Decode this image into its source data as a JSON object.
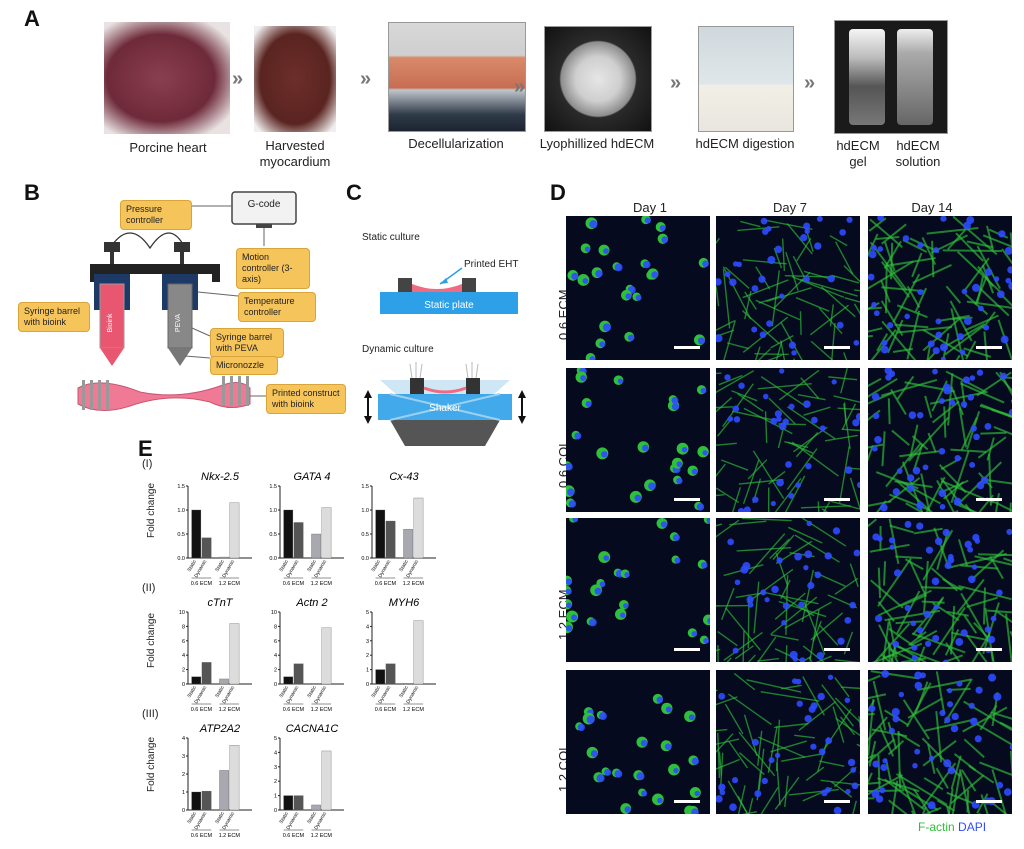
{
  "panels": {
    "A": "A",
    "B": "B",
    "C": "C",
    "D": "D",
    "E": "E"
  },
  "panelA": {
    "steps": [
      "Porcine heart",
      "Harvested myocardium",
      "Decellularization",
      "Lyophillized hdECM",
      "hdECM digestion",
      "hdECM gel",
      "hdECM solution"
    ],
    "arrow": "»"
  },
  "panelB": {
    "gcode": "G-code",
    "pressure": "Pressure controller",
    "motion": "Motion controller (3-axis)",
    "temperature": "Temperature controller",
    "syringe_bioink": "Syringe barrel with bioink",
    "syringe_peva": "Syringe barrel with PEVA",
    "micronozzle": "Micronozzle",
    "printed": "Printed construct with bioink",
    "barrel_text_left": "Bioink",
    "barrel_text_right": "PEVA"
  },
  "panelC": {
    "static_title": "Static culture",
    "printed_eht": "Printed EHT",
    "static_plate": "Static plate",
    "dynamic_title": "Dynamic culture",
    "shaker": "Shaker"
  },
  "panelD": {
    "columns": [
      "Day 1",
      "Day 7",
      "Day 14"
    ],
    "rows": [
      "0.6 ECM",
      "0.6 COL",
      "1.2 ECM",
      "1.2 COL"
    ],
    "legend_factin": "F-actin",
    "legend_dapi": "DAPI",
    "colors": {
      "factin": "#2fbf3a",
      "dapi": "#2e4bff"
    }
  },
  "panelE": {
    "ylabel": "Fold change",
    "row_labels": [
      "(I)",
      "(II)",
      "(III)"
    ],
    "x_ticks": [
      "Static",
      "Dynamic",
      "Static",
      "Dynamic"
    ],
    "groups": [
      "0.6 ECM",
      "1.2 ECM"
    ],
    "bar_colors": [
      "#111111",
      "#555555",
      "#a8a8b0",
      "#dcdcdc"
    ]
  },
  "chart_data": [
    {
      "type": "bar",
      "title": "Nkx-2.5",
      "categories": [
        "Static 0.6 ECM",
        "Dynamic 0.6 ECM",
        "Static 1.2 ECM",
        "Dynamic 1.2 ECM"
      ],
      "values": [
        1.0,
        0.42,
        0.02,
        1.15
      ],
      "ylim": [
        0,
        1.5
      ],
      "yticks": [
        "0.0",
        "0.5",
        "1.0",
        "1.5"
      ]
    },
    {
      "type": "bar",
      "title": "GATA 4",
      "categories": [
        "Static 0.6 ECM",
        "Dynamic 0.6 ECM",
        "Static 1.2 ECM",
        "Dynamic 1.2 ECM"
      ],
      "values": [
        1.0,
        0.74,
        0.5,
        1.05
      ],
      "ylim": [
        0,
        1.5
      ],
      "yticks": [
        "0.0",
        "0.5",
        "1.0",
        "1.5"
      ]
    },
    {
      "type": "bar",
      "title": "Cx-43",
      "categories": [
        "Static 0.6 ECM",
        "Dynamic 0.6 ECM",
        "Static 1.2 ECM",
        "Dynamic 1.2 ECM"
      ],
      "values": [
        1.0,
        0.77,
        0.6,
        1.25
      ],
      "ylim": [
        0,
        1.5
      ],
      "yticks": [
        "0.0",
        "0.5",
        "1.0",
        "1.5"
      ]
    },
    {
      "type": "bar",
      "title": "cTnT",
      "categories": [
        "Static 0.6 ECM",
        "Dynamic 0.6 ECM",
        "Static 1.2 ECM",
        "Dynamic 1.2 ECM"
      ],
      "values": [
        1.0,
        3.0,
        0.7,
        8.4
      ],
      "ylim": [
        0,
        10
      ],
      "yticks": [
        "0",
        "2",
        "4",
        "6",
        "8",
        "10"
      ]
    },
    {
      "type": "bar",
      "title": "Actn 2",
      "categories": [
        "Static 0.6 ECM",
        "Dynamic 0.6 ECM",
        "Static 1.2 ECM",
        "Dynamic 1.2 ECM"
      ],
      "values": [
        1.0,
        2.8,
        0.1,
        7.8
      ],
      "ylim": [
        0,
        10
      ],
      "yticks": [
        "0",
        "2",
        "4",
        "6",
        "8",
        "10"
      ]
    },
    {
      "type": "bar",
      "title": "MYH6",
      "categories": [
        "Static 0.6 ECM",
        "Dynamic 0.6 ECM",
        "Static 1.2 ECM",
        "Dynamic 1.2 ECM"
      ],
      "values": [
        1.0,
        1.4,
        0.05,
        4.4
      ],
      "ylim": [
        0,
        5
      ],
      "yticks": [
        "0",
        "1",
        "2",
        "3",
        "4",
        "5"
      ]
    },
    {
      "type": "bar",
      "title": "ATP2A2",
      "categories": [
        "Static 0.6 ECM",
        "Dynamic 0.6 ECM",
        "Static 1.2 ECM",
        "Dynamic 1.2 ECM"
      ],
      "values": [
        1.0,
        1.05,
        2.2,
        3.6
      ],
      "ylim": [
        0,
        4
      ],
      "yticks": [
        "0",
        "1",
        "2",
        "3",
        "4"
      ]
    },
    {
      "type": "bar",
      "title": "CACNA1C",
      "categories": [
        "Static 0.6 ECM",
        "Dynamic 0.6 ECM",
        "Static 1.2 ECM",
        "Dynamic 1.2 ECM"
      ],
      "values": [
        1.0,
        1.0,
        0.35,
        4.1
      ],
      "ylim": [
        0,
        5
      ],
      "yticks": [
        "0",
        "1",
        "2",
        "3",
        "4",
        "5"
      ]
    }
  ]
}
